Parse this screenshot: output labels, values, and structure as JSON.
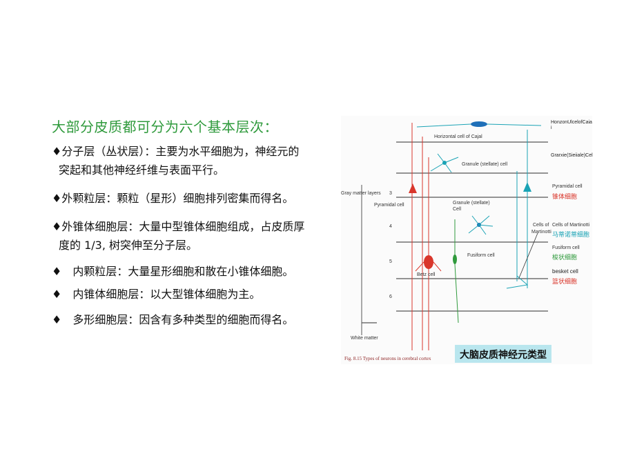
{
  "title": "大部分皮质都可分为六个基本层次：",
  "bullets": [
    {
      "line1": "♦分子层（丛状层）：主要为水平细胞为，神经元的",
      "line2": "突起和其他神经纤维与表面平行。"
    },
    {
      "line1": "♦外颗粒层：颗粒（星形）细胞排列密集而得名。",
      "line2": ""
    },
    {
      "line1": "♦外锥体细胞层：大量中型锥体细胞组成，占皮质厚",
      "line2": "度的 1/3, 树突伸至分子层。"
    },
    {
      "line1": "♦　内颗粒层：大量星形细胞和散在小锥体细胞。",
      "line2": ""
    },
    {
      "line1": "♦　内锥体细胞层：以大型锥体细胞为主。",
      "line2": ""
    },
    {
      "line1": "♦　多形细胞层：因含有多种类型的细胞而得名。",
      "line2": ""
    }
  ],
  "figure": {
    "horizontal_cell": "Horizontal cell of Cajal",
    "granule_top": "Granule (stellate) cell",
    "gray_matter": "Gray matter layers",
    "pyramidal_cell_left": "Pyramidal cell",
    "granule_mid_1": "Granule (stellate)",
    "granule_mid_2": "Cell",
    "pyramidal_right": "Pyramidal cell",
    "pyramidal_cn": "锥体细胞",
    "martinotti_left_1": "Cells of",
    "martinotti_left_2": "Martinotti",
    "martinotti_right": "Cells of Martinotti",
    "martinotti_cn": "马蒂诺蒂细胞",
    "fusiform_label": "Fusiform cell",
    "fusiform_right": "Fusiform cell",
    "fusiform_cn": "梭状细胞",
    "betz": "Betz   cell",
    "basket": "besket cell",
    "basket_cn": "篮状细胞",
    "layer_labels": [
      "3",
      "4",
      "5",
      "6"
    ],
    "white_matter": "White matter",
    "caption": "Fig. 8.15 Types of neurons in cerebral cortex",
    "banner": "大脑皮质神经元类型"
  },
  "side_notes": {
    "note1_a": "HonzonUlcelofCaia",
    "note1_b": "i",
    "note2": "Grarxie(Sieiiale)Cel"
  },
  "colors": {
    "title_green": "#2f9a3c",
    "pyramidal_red": "#d9362b",
    "martinotti_cyan": "#1aa3b5",
    "banner_bg": "#b9e6ee"
  }
}
